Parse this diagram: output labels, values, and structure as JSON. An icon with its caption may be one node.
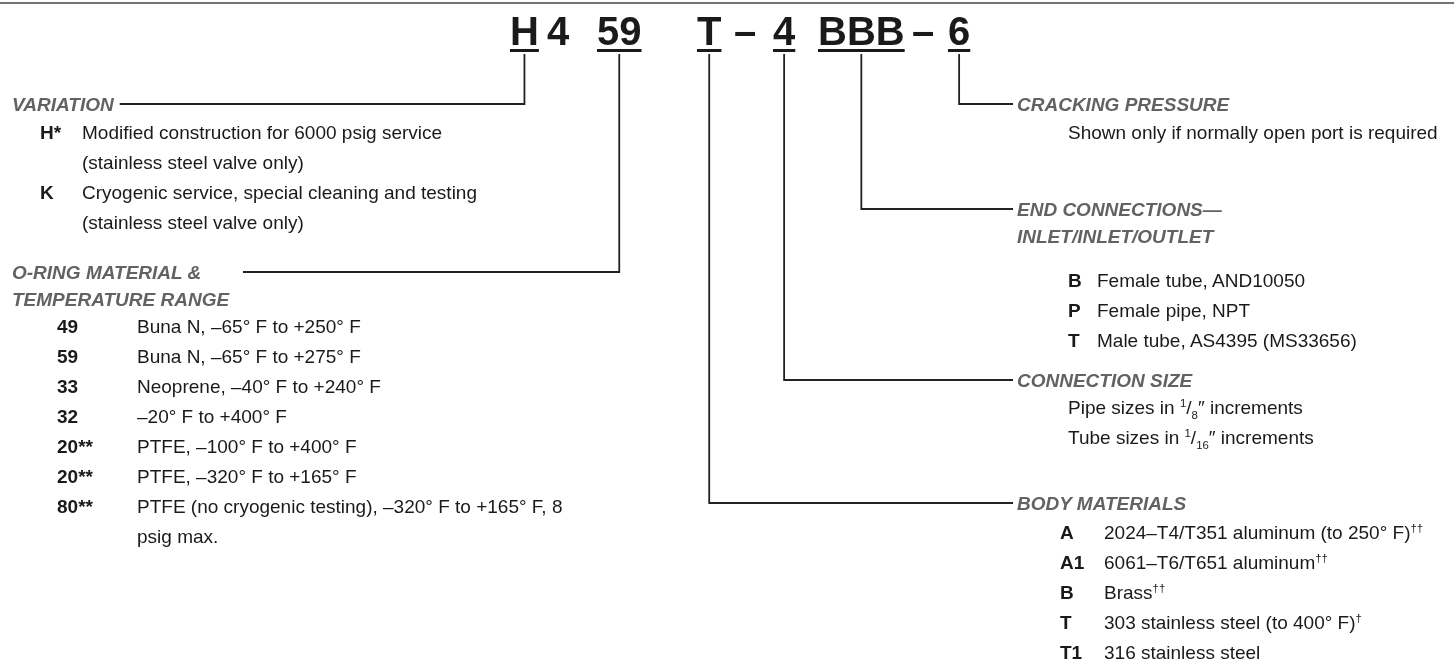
{
  "diagram": {
    "nodes": [
      {
        "text": [
          "H"
        ]
      },
      {
        "text": [
          "59"
        ]
      },
      {
        "text": [
          "T"
        ]
      },
      {
        "text": [
          "4"
        ]
      },
      {
        "text": [
          "BBB"
        ]
      },
      {
        "text": [
          "6"
        ]
      },
      {
        "text": [
          "VARIATION"
        ]
      },
      {
        "text": [
          "O-RING MATERIAL & TEMPERATURE RANGE"
        ]
      },
      {
        "text": [
          "CRACKING PRESSURE"
        ]
      },
      {
        "text": [
          "END CONNECTIONS— INLET/INLET/OUTLET"
        ]
      },
      {
        "text": [
          "CONNECTION SIZE"
        ]
      },
      {
        "text": [
          "BODY MATERIALS"
        ]
      }
    ],
    "edges": [
      {
        "from": 0,
        "to": 6,
        "arrow": "none"
      },
      {
        "from": 1,
        "to": 7,
        "arrow": "none"
      },
      {
        "from": 5,
        "to": 8,
        "arrow": "none"
      },
      {
        "from": 4,
        "to": 9,
        "arrow": "none"
      },
      {
        "from": 3,
        "to": 10,
        "arrow": "none"
      },
      {
        "from": 2,
        "to": 11,
        "arrow": "none"
      }
    ],
    "labels": [
      "4",
      "–",
      "–",
      "H*",
      "Modified construction for 6000 psig service (stainless steel valve only)",
      "K",
      "Cryogenic service, special cleaning and testing (stainless steel valve only)",
      "49",
      "Buna N, –65° F to +250° F",
      "59",
      "Buna N, –65° F to +275° F",
      "33",
      "Neoprene, –40° F to +240° F",
      "32",
      "–20° F to +400° F",
      "20**",
      "PTFE, –100° F to +400° F",
      "20**",
      "PTFE, –320° F to +165° F",
      "80**",
      "PTFE (no cryogenic testing), –320° F to +165° F, 8 psig max.",
      "Shown only if normally open port is required",
      "B",
      "Female tube, AND10050",
      "P",
      "Female pipe, NPT",
      "T",
      "Male tube, AS4395 (MS33656)",
      "Pipe sizes in $^{1}$/$_{8}$″ increments",
      "Tube sizes in $^{1}$/$_{16}$″ increments",
      "A",
      "2024–T4/T351 aluminum (to 250° F)$^{††}$",
      "A1",
      "6061–T6/T651 aluminum$^{††}$",
      "B",
      "Brass$^{††}$",
      "T",
      "303 stainless steel (to 400° F)$^{†}$",
      "T1",
      "316 stainless steel"
    ]
  }
}
